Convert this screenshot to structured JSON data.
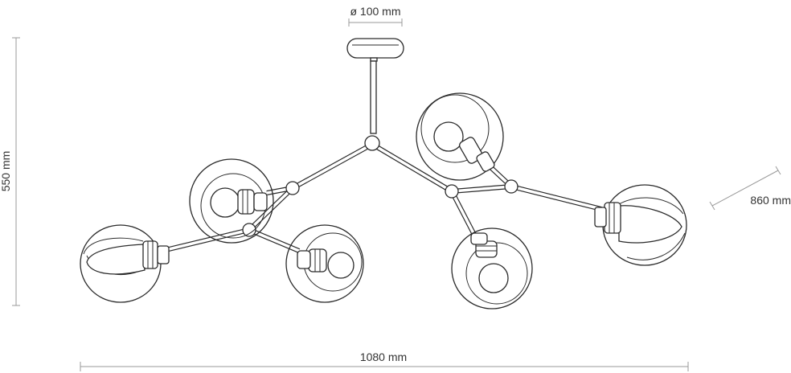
{
  "dimensions": {
    "canopy_diameter": "ø 100 mm",
    "height": "550 mm",
    "depth": "860 mm",
    "width": "1080 mm"
  },
  "colors": {
    "line": "#2a2a2a",
    "dimension_line": "#9a9a9a",
    "text": "#333333"
  }
}
